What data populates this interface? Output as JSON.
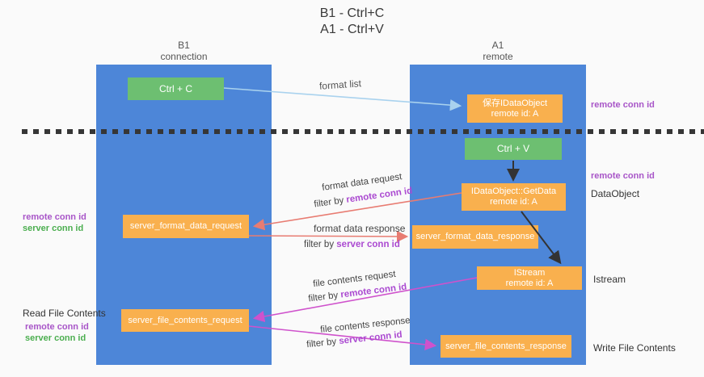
{
  "title": {
    "lines": [
      "B1 - Ctrl+C",
      "A1 - Ctrl+V"
    ]
  },
  "columns": {
    "left": {
      "header_line1": "B1",
      "header_line2": "connection"
    },
    "right": {
      "header_line1": "A1",
      "header_line2": "remote"
    }
  },
  "boxes": {
    "ctrl_c": "Ctrl + C",
    "ctrl_v": "Ctrl + V",
    "save_dataobject": {
      "line1": "保存IDataObject",
      "line2": "remote id: A"
    },
    "getdata": {
      "line1": "IDataObject::GetData",
      "line2": "remote id: A"
    },
    "istream": {
      "line1": "IStream",
      "line2": "remote id: A"
    },
    "server_format_data_request": "server_format_data_request",
    "server_format_data_response": "server_format_data_response",
    "server_file_contents_request": "server_file_contents_request",
    "server_file_contents_response": "server_file_contents_response"
  },
  "side_labels": {
    "remote_conn_id": "remote conn id",
    "server_conn_id": "server conn id",
    "read_file_contents": "Read File Contents",
    "write_file_contents": "Write File Contents",
    "dataobject": "DataObject",
    "istream": "Istream"
  },
  "flow_labels": {
    "format_list": "format list",
    "format_data_request": "format data request",
    "format_data_response": "format data response",
    "file_contents_request": "file contents request",
    "file_contents_response": "file contents response",
    "filter_by": "filter by",
    "remote_conn_id": "remote conn id",
    "server_conn_id": "server conn id"
  },
  "colors": {
    "column_blue": "#4d86d8",
    "box_green": "#6dbf71",
    "box_orange": "#f9b04e",
    "arrow_red": "#e87c72",
    "arrow_magenta": "#cf52cc",
    "arrow_light_blue": "#a9d2ee",
    "arrow_black": "#333333",
    "label_purple": "#a855c8",
    "label_green": "#4bae4f"
  }
}
